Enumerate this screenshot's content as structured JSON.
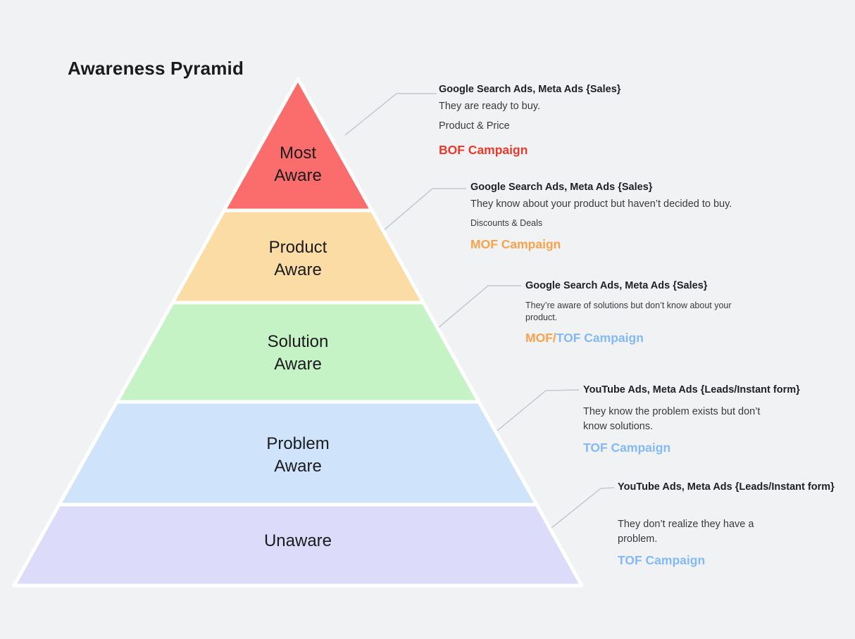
{
  "title": "Awareness Pyramid",
  "colors": {
    "background": "#f1f2f4",
    "connector": "#c6c8cc",
    "pyramid_border": "#ffffff",
    "label_text": "#1b1b1d",
    "heading_text": "#202124",
    "body_text": "#3a3a3c",
    "bof_red": "#e93a2b",
    "mof_orange": "#f9a24c",
    "tof_blue": "#84b9f7"
  },
  "pyramid": {
    "layers": [
      {
        "name": "most-aware",
        "lines": [
          "Most",
          "Aware"
        ],
        "color": "#fb6d6d"
      },
      {
        "name": "product-aware",
        "lines": [
          "Product",
          "Aware"
        ],
        "color": "#fbdca4"
      },
      {
        "name": "solution-aware",
        "lines": [
          "Solution",
          "Aware"
        ],
        "color": "#c5f3c6"
      },
      {
        "name": "problem-aware",
        "lines": [
          "Problem",
          "Aware"
        ],
        "color": "#cfe3fa"
      },
      {
        "name": "unaware",
        "lines": [
          "Unaware"
        ],
        "color": "#dcdbf9"
      }
    ]
  },
  "annotations": [
    {
      "level": "most-aware",
      "heading": "Google Search Ads, Meta Ads {Sales}",
      "line1": "They are ready to buy.",
      "line2": "Product & Price",
      "campaign": [
        {
          "text": "BOF Campaign",
          "color": "#e93a2b"
        }
      ]
    },
    {
      "level": "product-aware",
      "heading": "Google Search Ads, Meta Ads {Sales}",
      "line1": "They know about your product but haven’t decided to buy.",
      "line2": "Discounts & Deals",
      "campaign": [
        {
          "text": "MOF Campaign",
          "color": "#f9a24c"
        }
      ]
    },
    {
      "level": "solution-aware",
      "heading": "Google Search Ads, Meta Ads {Sales}",
      "line1": "They’re aware of solutions but don’t know about your",
      "line2": "product.",
      "campaign": [
        {
          "text": "MOF/",
          "color": "#f9a24c"
        },
        {
          "text": "TOF Campaign",
          "color": "#84b9f7"
        }
      ]
    },
    {
      "level": "problem-aware",
      "heading": "YouTube Ads, Meta Ads {Leads/Instant form}",
      "line1": "They know the problem exists but don’t",
      "line2": "know solutions.",
      "campaign": [
        {
          "text": "TOF Campaign",
          "color": "#84b9f7"
        }
      ]
    },
    {
      "level": "unaware",
      "heading": "YouTube Ads, Meta Ads {Leads/Instant form}",
      "line1": "They don’t realize they have a",
      "line2": "problem.",
      "campaign": [
        {
          "text": "TOF Campaign",
          "color": "#84b9f7"
        }
      ]
    }
  ]
}
